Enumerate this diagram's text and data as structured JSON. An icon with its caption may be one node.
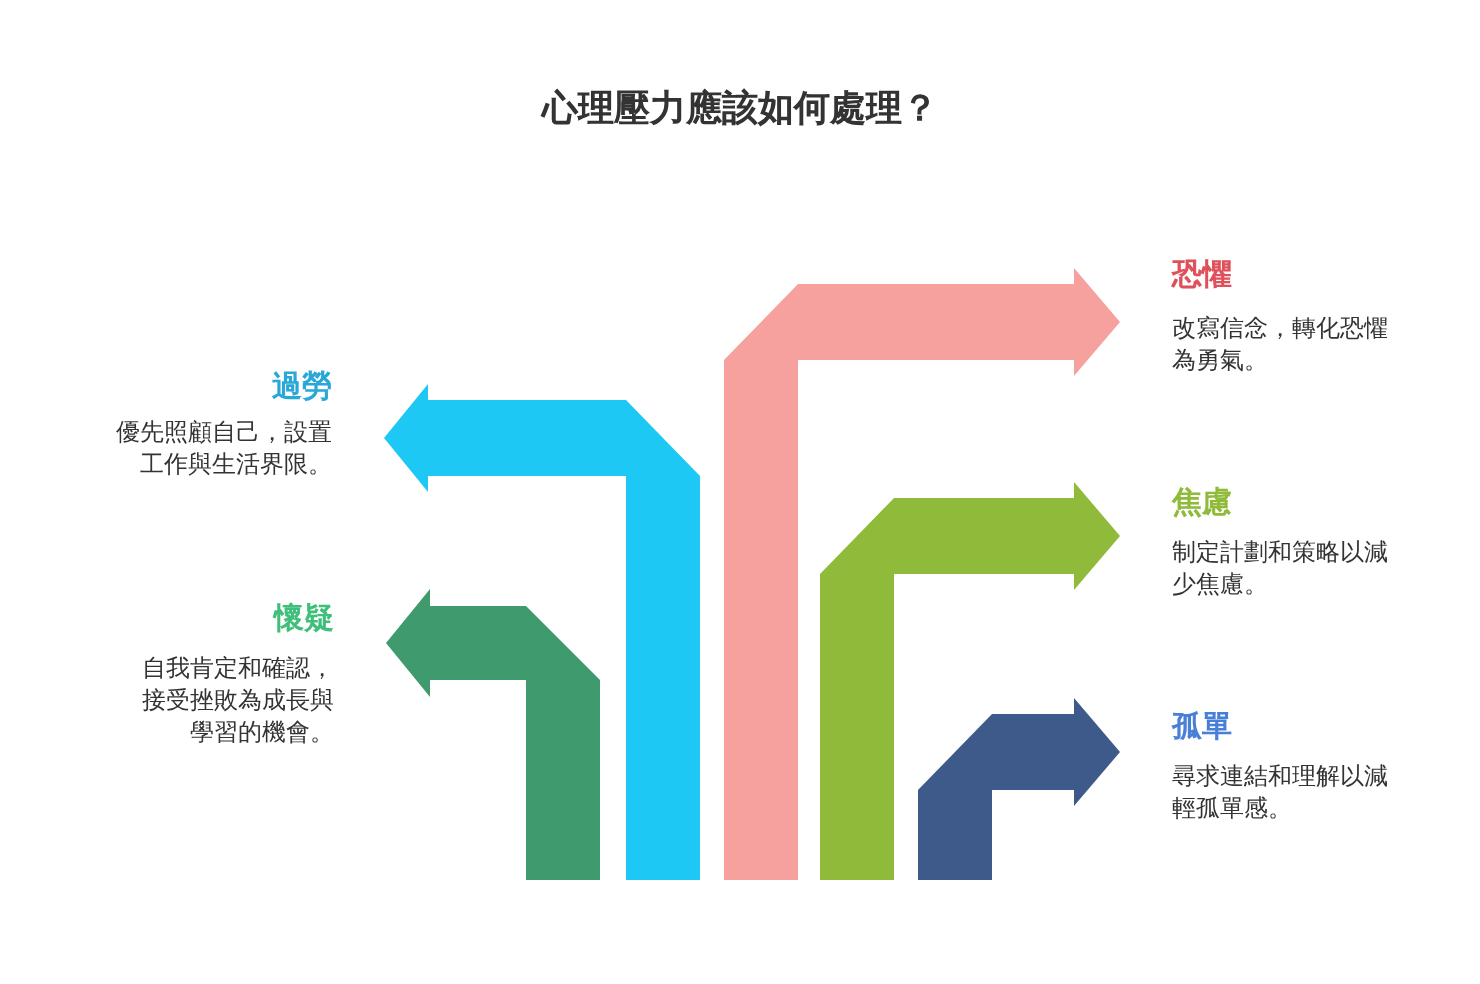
{
  "diagram": {
    "title": "心理壓力應該如何處理？",
    "nodes": [
      {
        "text": [
          "過勞",
          "優先照顧自己，設置工作與生活界限。"
        ]
      },
      {
        "text": [
          "懷疑",
          "自我肯定和確認，接受挫敗為成長與學習的機會。"
        ]
      },
      {
        "text": [
          "恐懼",
          "改寫信念，轉化恐懼為勇氣。"
        ]
      },
      {
        "text": [
          "焦慮",
          "制定計劃和策略以減少焦慮。"
        ]
      },
      {
        "text": [
          "孤單",
          "尋求連結和理解以減輕孤單感。"
        ]
      }
    ],
    "edges": [
      {
        "from": null,
        "to": 0,
        "arrow": "to",
        "color": "#1ec8f5"
      },
      {
        "from": null,
        "to": 1,
        "arrow": "to",
        "color": "#3f9a6e"
      },
      {
        "from": null,
        "to": 2,
        "arrow": "to",
        "color": "#f6a19d"
      },
      {
        "from": null,
        "to": 3,
        "arrow": "to",
        "color": "#8fba3a"
      },
      {
        "from": null,
        "to": 4,
        "arrow": "to",
        "color": "#3d5a8a"
      }
    ]
  }
}
